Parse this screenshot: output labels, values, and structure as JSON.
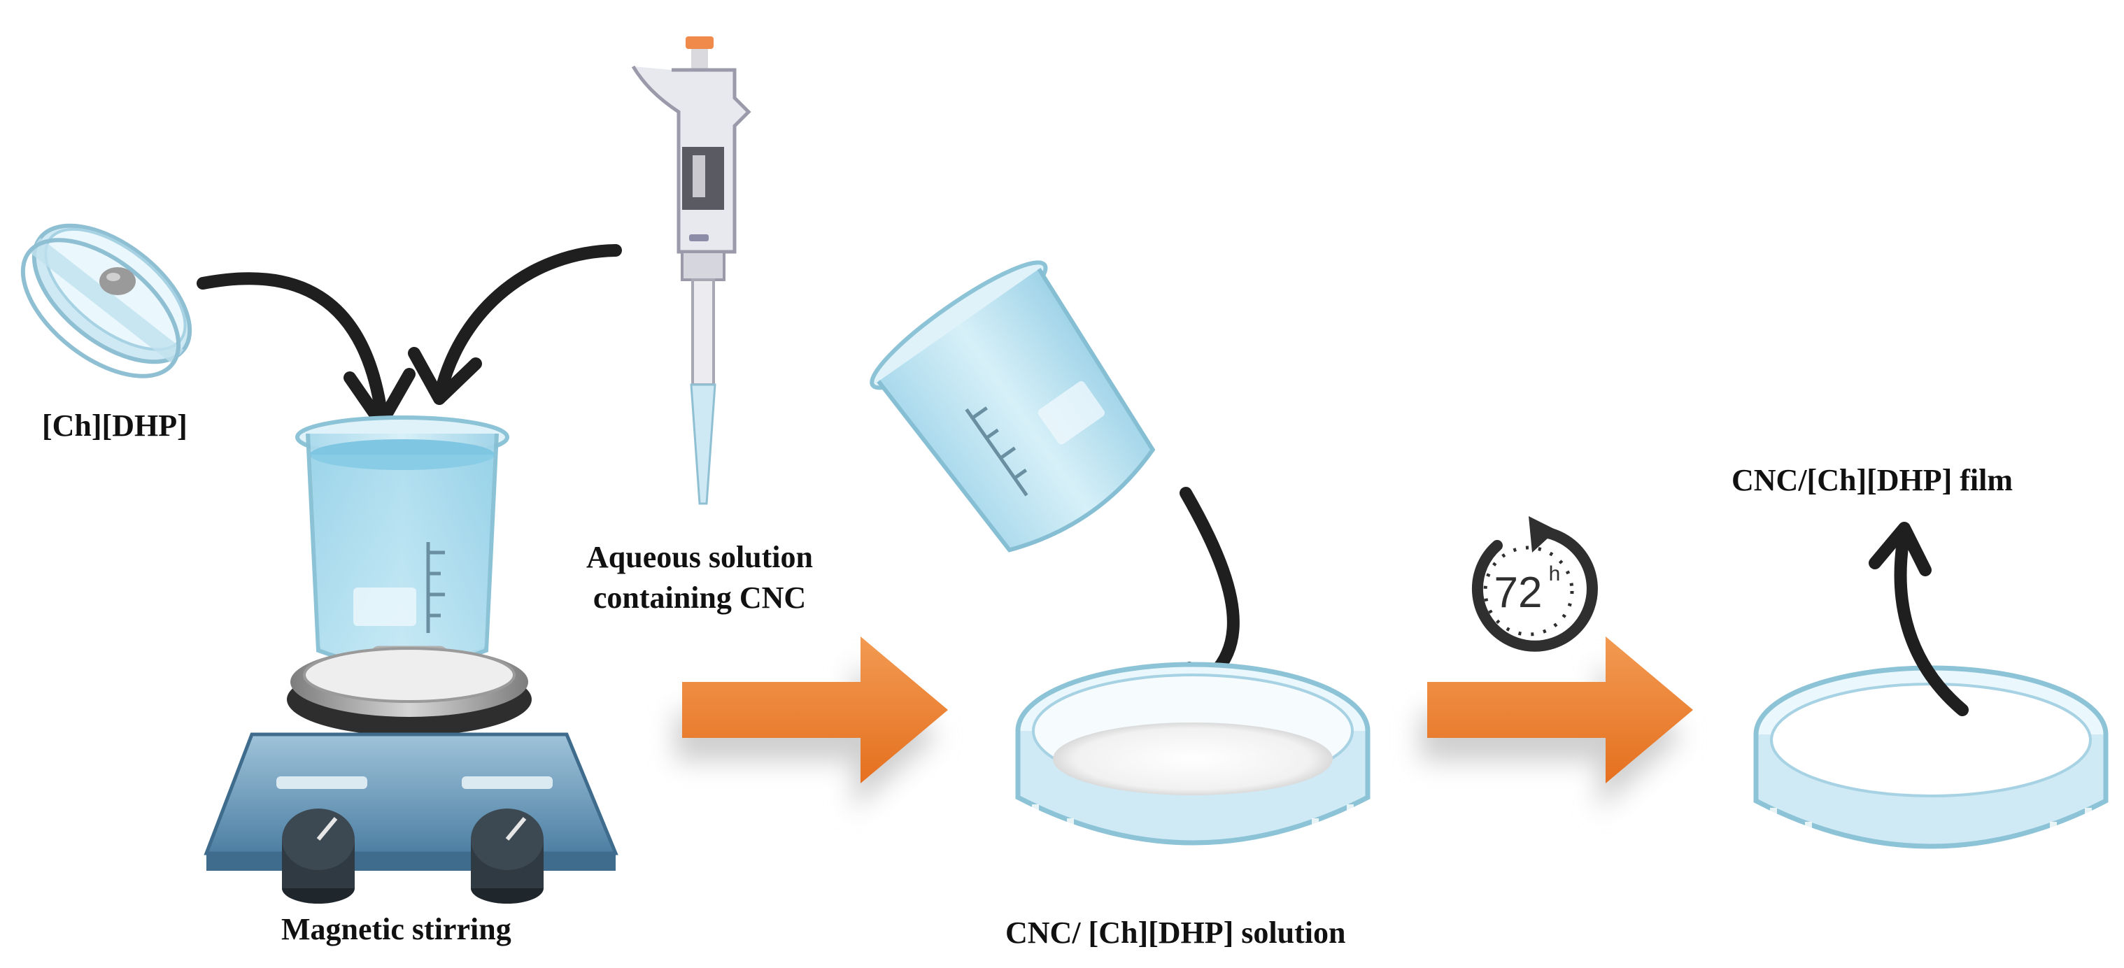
{
  "labels": {
    "ionic_liquid": "[Ch][DHP]",
    "aqueous_line1": "Aqueous solution",
    "aqueous_line2": "containing CNC",
    "magnetic_stirring": "Magnetic stirring",
    "solution": "CNC/ [Ch][DHP] solution",
    "film": "CNC/[Ch][DHP] film",
    "timer_value": "72",
    "timer_unit": "h"
  },
  "colors": {
    "arrow_orange": "#ee7d31",
    "glass_blue": "#bfe4f1",
    "liquid_blue": "#8fd0e8",
    "stirrer_body": "#5b8db0",
    "knob": "#2f3a42",
    "curved_arrow": "#1f1f1f"
  },
  "icons": [
    "petri-dish-icon",
    "beaker-icon",
    "pipette-icon",
    "magnetic-stirrer-icon",
    "timer-icon",
    "process-arrow-icon",
    "curved-arrow-icon"
  ]
}
